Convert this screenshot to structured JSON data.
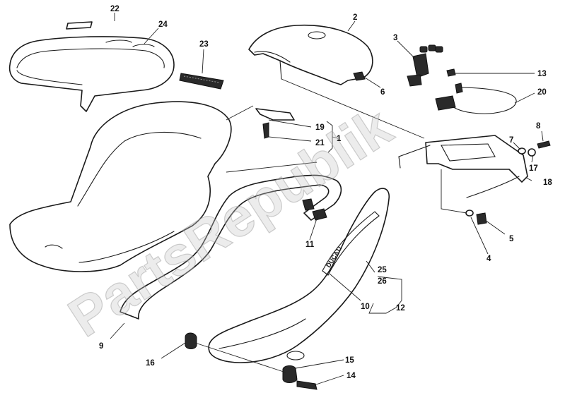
{
  "watermark": "PartsRepublik",
  "callouts": {
    "c1": "1",
    "c2": "2",
    "c3": "3",
    "c4": "4",
    "c5": "5",
    "c6": "6",
    "c7": "7",
    "c8": "8",
    "c9": "9",
    "c10": "10",
    "c11": "11",
    "c12": "12",
    "c13": "13",
    "c14": "14",
    "c15": "15",
    "c16": "16",
    "c17": "17",
    "c18": "18",
    "c19": "19",
    "c20": "20",
    "c21": "21",
    "c22": "22",
    "c23": "23",
    "c24": "24",
    "c25": "25",
    "c26": "26"
  },
  "decal_text": "DUCATI"
}
